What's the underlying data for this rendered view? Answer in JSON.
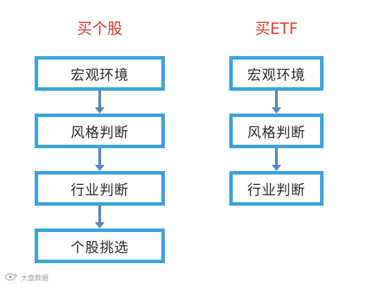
{
  "colors": {
    "title": "#e0382e",
    "box_border": "#39a3df",
    "arrow": "#5b84c4"
  },
  "left": {
    "title": "买个股",
    "steps": [
      "宏观环境",
      "风格判断",
      "行业判断",
      "个股挑选"
    ]
  },
  "right": {
    "title": "买ETF",
    "steps": [
      "宏观环境",
      "风格判断",
      "行业判断"
    ]
  },
  "watermark": {
    "icon": "weibo-eye-icon",
    "text": "大盘数据"
  }
}
